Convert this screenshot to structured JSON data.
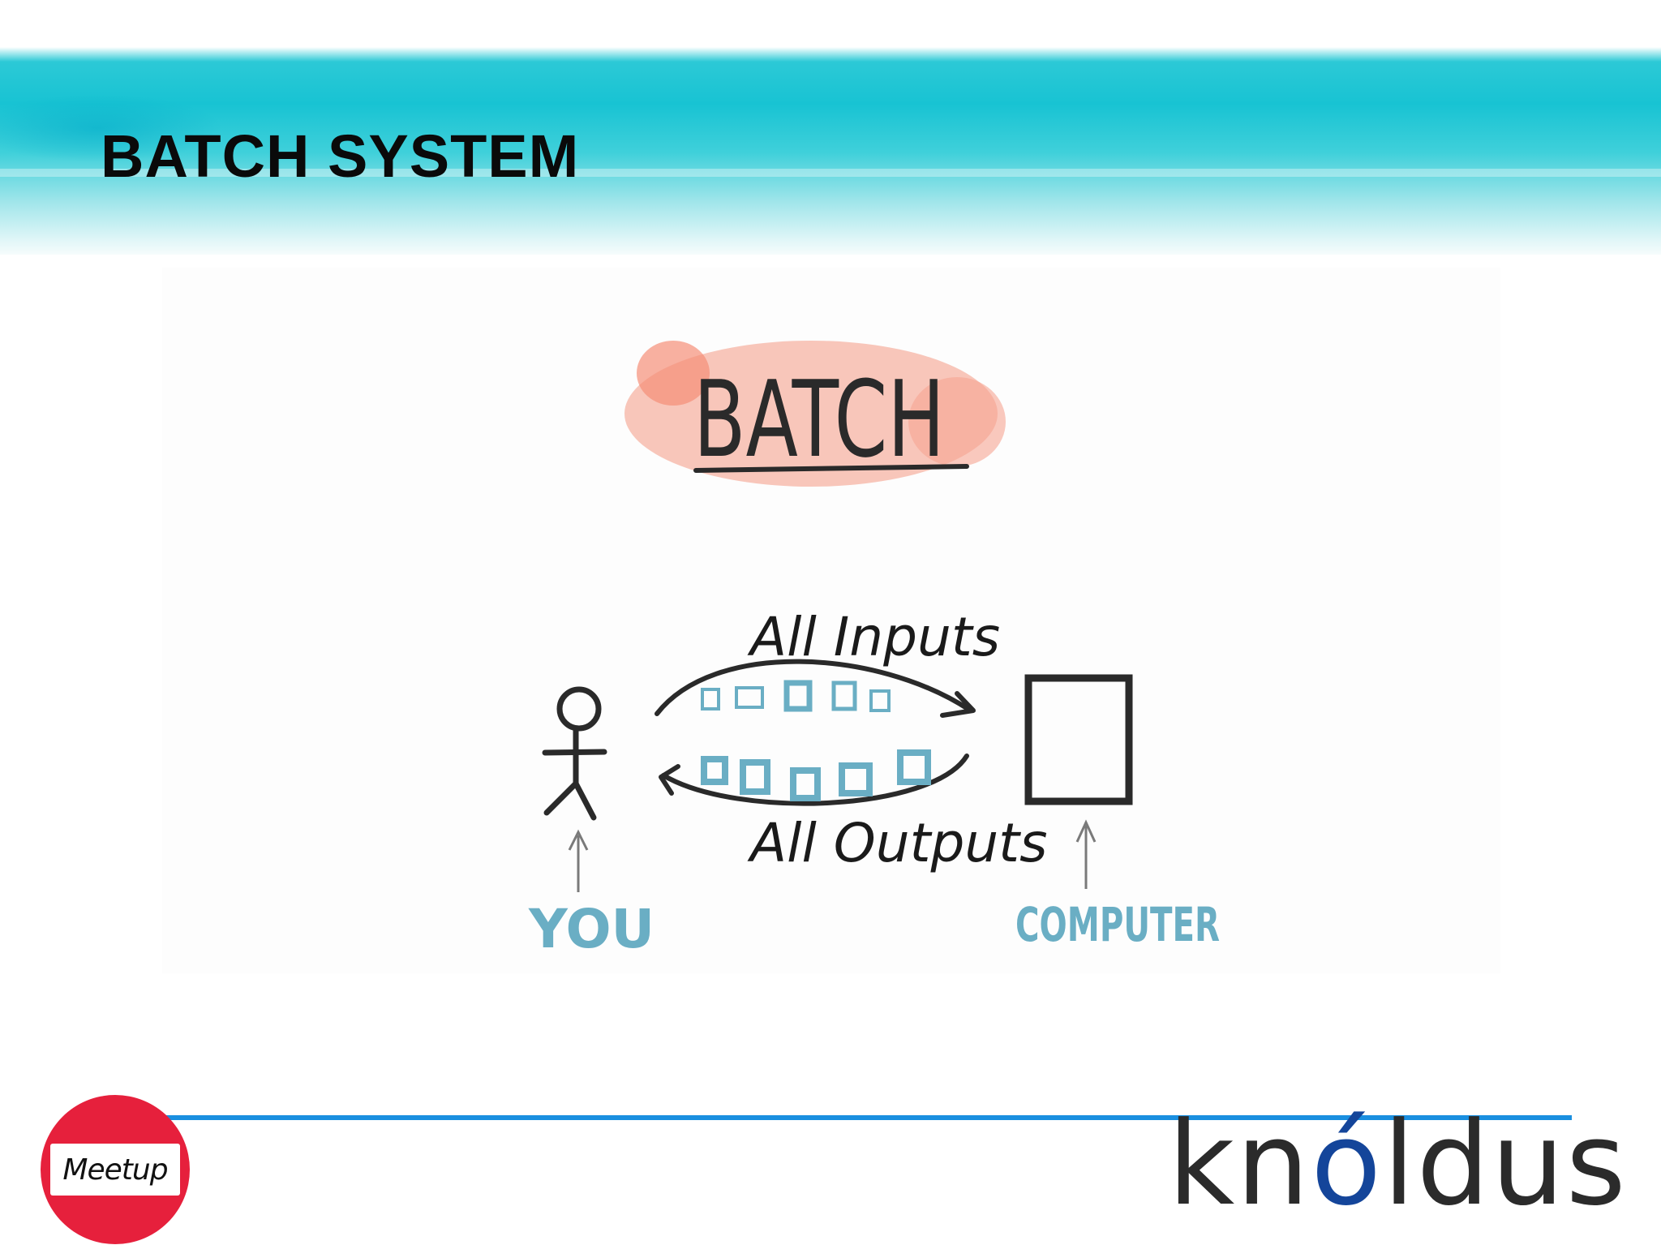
{
  "slide": {
    "title": "BATCH SYSTEM"
  },
  "diagram": {
    "heading": "BATCH",
    "inputs_label": "All Inputs",
    "outputs_label": "All Outputs",
    "left_label": "YOU",
    "right_label": "COMPUTER"
  },
  "footer": {
    "meetup_logo_text": "Meetup",
    "brand_prefix": "kn",
    "brand_accent": "ó",
    "brand_suffix": "ldus"
  },
  "colors": {
    "banner": "#18c3d3",
    "rule": "#1a8fe0",
    "meetup_red": "#e6203c",
    "label_blue": "#6aaec4",
    "brand_accent": "#14459a"
  }
}
